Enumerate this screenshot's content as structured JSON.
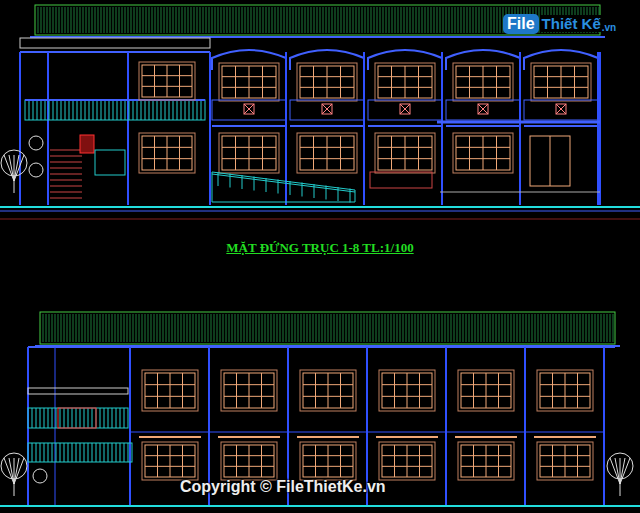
{
  "diagram": {
    "title": "MẶT ĐỨNG TRỤC 1-8 TL:1/100",
    "labels": [
      "File",
      "Thiết Kế",
      ".vn",
      "Copyright © FileThietKe.vn"
    ]
  }
}
